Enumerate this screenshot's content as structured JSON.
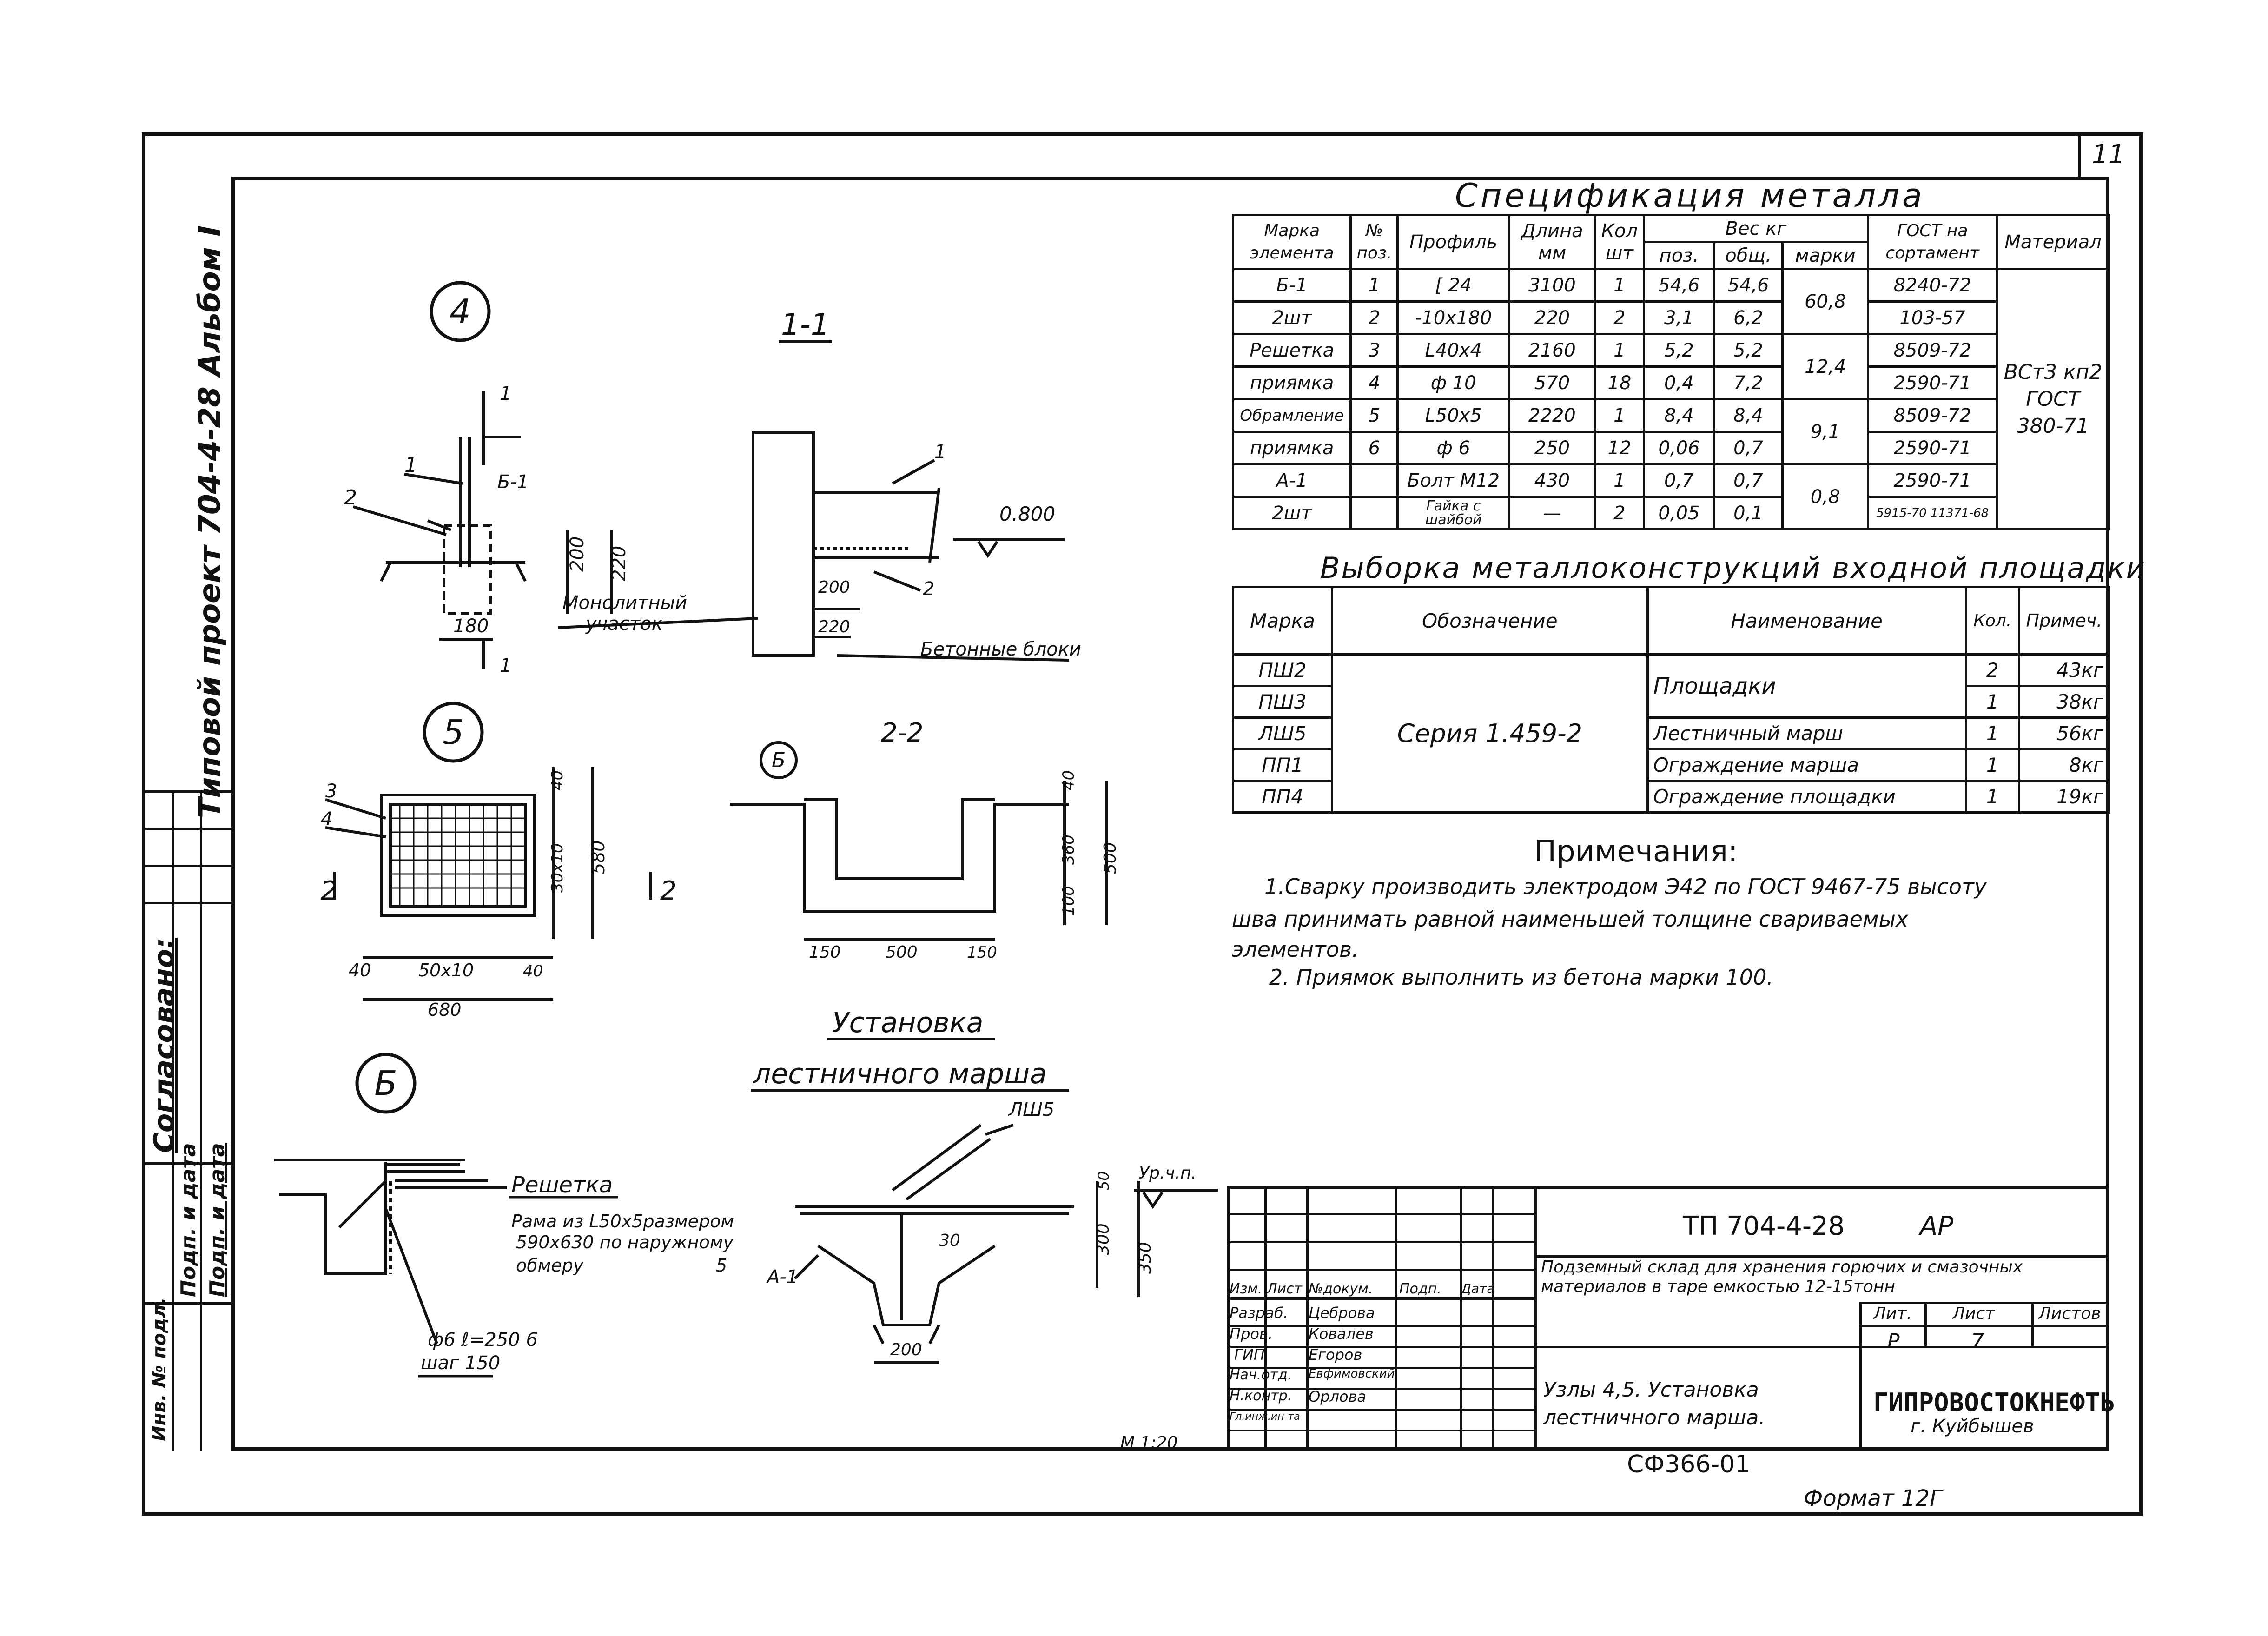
{
  "sheet_number": "11",
  "left_strip": {
    "project_title": "Типовой проект 704-4-28   Альбом I",
    "agreed": "Согласовано:",
    "signature_date": "Подп. и дата",
    "sub_signature": "Подп. и дата",
    "inventory": "Инв. № подл."
  },
  "details": {
    "node4_label": "4",
    "node5_label": "5",
    "nodeB_label": "Б",
    "section11_title": "1-1",
    "section22_title": "2-2",
    "stair_title_1": "Установка",
    "stair_title_2": "лестничного марша",
    "n4_dims": [
      "200",
      "220",
      "180"
    ],
    "n4_marks": [
      "1",
      "2",
      "Б-1",
      "1",
      "1"
    ],
    "s11_dims": [
      "200",
      "220"
    ],
    "s11_level": "0.800",
    "s11_marks": [
      "1",
      "2"
    ],
    "s11_monolith_1": "Монолитный",
    "s11_monolith_2": "участок",
    "s11_blocks": "Бетонные блоки",
    "n5_dims": [
      "40",
      "30x10",
      "580",
      "40",
      "50x10",
      "40",
      "680"
    ],
    "n5_marks": [
      "3",
      "4"
    ],
    "n5_section_left": "2",
    "n5_section_right": "2",
    "s22_dims": [
      "40",
      "360",
      "500",
      "100",
      "150",
      "500",
      "150"
    ],
    "s22_mark": "Б",
    "nB_grid": "Решетка",
    "nB_frame_1": "Рама из L50х5размером",
    "nB_frame_2": "590х630 по наружному",
    "nB_frame_3": "обмеру",
    "nB_frame_pos": "5",
    "nB_rod_1": "ф6  ℓ=250    6",
    "nB_rod_2": "шаг 150",
    "st_mark": "ЛШ5",
    "st_level": "Ур.ч.п.",
    "st_dims": [
      "50",
      "300",
      "350",
      "200"
    ],
    "st_angle": "30",
    "st_anchor": "А-1",
    "scale": "М 1:20"
  },
  "spec": {
    "title": "Спецификация металла",
    "headers": {
      "mark": "Марка элемента",
      "pos": "№ поз.",
      "profile": "Профиль",
      "length": "Длина мм",
      "qty": "Кол шт",
      "weight": "Вес кг",
      "w_pos": "поз.",
      "w_total": "общ.",
      "w_mark": "марки",
      "gost": "ГОСТ на сортамент",
      "material": "Материал"
    },
    "rows": [
      {
        "mark": "Б-1",
        "pos": "1",
        "profile": "[ 24",
        "length": "3100",
        "qty": "1",
        "wpos": "54,6",
        "wtot": "54,6",
        "wmark": "60,8",
        "gost": "8240-72"
      },
      {
        "mark": "2шт",
        "pos": "2",
        "profile": "-10х180",
        "length": "220",
        "qty": "2",
        "wpos": "3,1",
        "wtot": "6,2",
        "wmark": "",
        "gost": "103-57"
      },
      {
        "mark": "Решетка",
        "pos": "3",
        "profile": "L40х4",
        "length": "2160",
        "qty": "1",
        "wpos": "5,2",
        "wtot": "5,2",
        "wmark": "12,4",
        "gost": "8509-72"
      },
      {
        "mark": "приямка",
        "pos": "4",
        "profile": "ф 10",
        "length": "570",
        "qty": "18",
        "wpos": "0,4",
        "wtot": "7,2",
        "wmark": "",
        "gost": "2590-71"
      },
      {
        "mark": "Обрамление",
        "pos": "5",
        "profile": "L50х5",
        "length": "2220",
        "qty": "1",
        "wpos": "8,4",
        "wtot": "8,4",
        "wmark": "9,1",
        "gost": "8509-72"
      },
      {
        "mark": "приямка",
        "pos": "6",
        "profile": "ф 6",
        "length": "250",
        "qty": "12",
        "wpos": "0,06",
        "wtot": "0,7",
        "wmark": "",
        "gost": "2590-71"
      },
      {
        "mark": "А-1",
        "pos": "",
        "profile": "Болт М12",
        "length": "430",
        "qty": "1",
        "wpos": "0,7",
        "wtot": "0,7",
        "wmark": "0,8",
        "gost": "2590-71"
      },
      {
        "mark": "2шт",
        "pos": "",
        "profile": "Гайка с шайбой",
        "length": "—",
        "qty": "2",
        "wpos": "0,05",
        "wtot": "0,1",
        "wmark": "",
        "gost": "5915-70 11371-68"
      }
    ],
    "material": "ВСт3 кп2 ГОСТ 380-71"
  },
  "selection": {
    "title": "Выборка металлоконструкций входной площадки",
    "headers": {
      "mark": "Марка",
      "designation": "Обозначение",
      "name": "Наименование",
      "qty": "Кол.",
      "note": "Примеч."
    },
    "series": "Серия 1.459-2",
    "platforms": "Площадки",
    "rows": [
      {
        "mark": "ПШ2",
        "qty": "2",
        "note": "43кг"
      },
      {
        "mark": "ПШ3",
        "qty": "1",
        "note": "38кг"
      },
      {
        "mark": "ЛШ5",
        "name": "Лестничный марш",
        "qty": "1",
        "note": "56кг"
      },
      {
        "mark": "ПП1",
        "name": "Ограждение марша",
        "qty": "1",
        "note": "8кг"
      },
      {
        "mark": "ПП4",
        "name": "Ограждение площадки",
        "qty": "1",
        "note": "19кг"
      }
    ]
  },
  "notes": {
    "title": "Примечания:",
    "n1_l1": "1.Сварку производить электродом Э42 по ГОСТ 9467-75 высоту",
    "n1_l2": "шва принимать равной наименьшей толщине свариваемых",
    "n1_l3": "элементов.",
    "n2": "2. Приямок выполнить из бетона марки 100."
  },
  "stamp": {
    "code": "ТП 704-4-28",
    "section": "АР",
    "object": "Подземный склад для хранения горючих и смазочных материалов в таре емкостью 12-15тонн",
    "cols": {
      "izm": "Изм.",
      "list": "Лист",
      "doc": "№докум.",
      "sign": "Подп.",
      "date": "Дата"
    },
    "roles": [
      {
        "role": "Разраб.",
        "name": "Цеброва"
      },
      {
        "role": "Пров.",
        "name": "Ковалев"
      },
      {
        "role": "ГИП",
        "name": "Егоров"
      },
      {
        "role": "Нач.отд.",
        "name": "Евфимовский"
      },
      {
        "role": "Н.контр.",
        "name": "Орлова"
      },
      {
        "role": "Гл.инж.ин-та",
        "name": ""
      }
    ],
    "drawing_title": "Узлы 4,5. Установка лестничного марша.",
    "lit_label": "Лит.",
    "sheet_label": "Лист",
    "sheets_label": "Листов",
    "lit": "Р",
    "sheet": "7",
    "org": "ГИПРОВОСТОКНЕФТЬ",
    "city": "г. Куйбышев",
    "inventory": "СФ366-01",
    "format": "Формат 12Г"
  }
}
